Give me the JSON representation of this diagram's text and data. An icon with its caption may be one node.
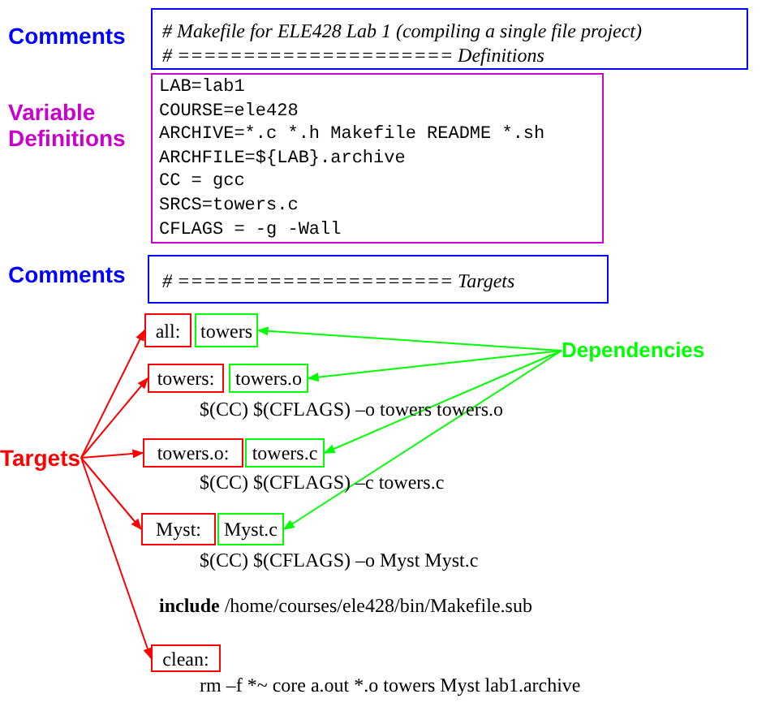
{
  "diagram": {
    "nodes": [
      {
        "text": [
          "# Makefile for ELE428 Lab 1 (compiling a single file project)",
          "# ===================== Definitions"
        ]
      },
      {
        "text": [
          "LAB=lab1",
          "COURSE=ele428",
          "ARCHIVE=*.c *.h Makefile README *.sh",
          "ARCHFILE=${LAB}.archive",
          "CC = gcc",
          "SRCS=towers.c",
          "CFLAGS = -g -Wall"
        ]
      },
      {
        "text": [
          "# ===================== Targets"
        ]
      },
      {
        "text": [
          "Targets"
        ]
      },
      {
        "text": [
          "Dependencies"
        ]
      },
      {
        "text": [
          "all:"
        ]
      },
      {
        "text": [
          "towers"
        ]
      },
      {
        "text": [
          "towers:"
        ]
      },
      {
        "text": [
          "towers.o"
        ]
      },
      {
        "text": [
          "towers.o:"
        ]
      },
      {
        "text": [
          "towers.c"
        ]
      },
      {
        "text": [
          "Myst:"
        ]
      },
      {
        "text": [
          "Myst.c"
        ]
      },
      {
        "text": [
          "clean:"
        ]
      }
    ],
    "edges": [
      {
        "from": 3,
        "to": 5,
        "arrow": "to"
      },
      {
        "from": 3,
        "to": 7,
        "arrow": "to"
      },
      {
        "from": 3,
        "to": 9,
        "arrow": "to"
      },
      {
        "from": 3,
        "to": 11,
        "arrow": "to"
      },
      {
        "from": 3,
        "to": 13,
        "arrow": "to"
      },
      {
        "from": 4,
        "to": 6,
        "arrow": "to",
        "color": "#00ff00"
      },
      {
        "from": 4,
        "to": 8,
        "arrow": "to",
        "color": "#00ff00"
      },
      {
        "from": 4,
        "to": 10,
        "arrow": "to",
        "color": "#00ff00"
      },
      {
        "from": 4,
        "to": 12,
        "arrow": "to",
        "color": "#00ff00"
      }
    ],
    "labels": [
      "Comments",
      "Variable Definitions",
      "Comments",
      "$(CC) $(CFLAGS) –o towers towers.o",
      "$(CC) $(CFLAGS) –c towers.c",
      "$(CC) $(CFLAGS) –o Myst Myst.c",
      "**include** /home/courses/ele428/bin/Makefile.sub",
      "rm –f *~ core a.out *.o towers Myst lab1.archive"
    ]
  }
}
